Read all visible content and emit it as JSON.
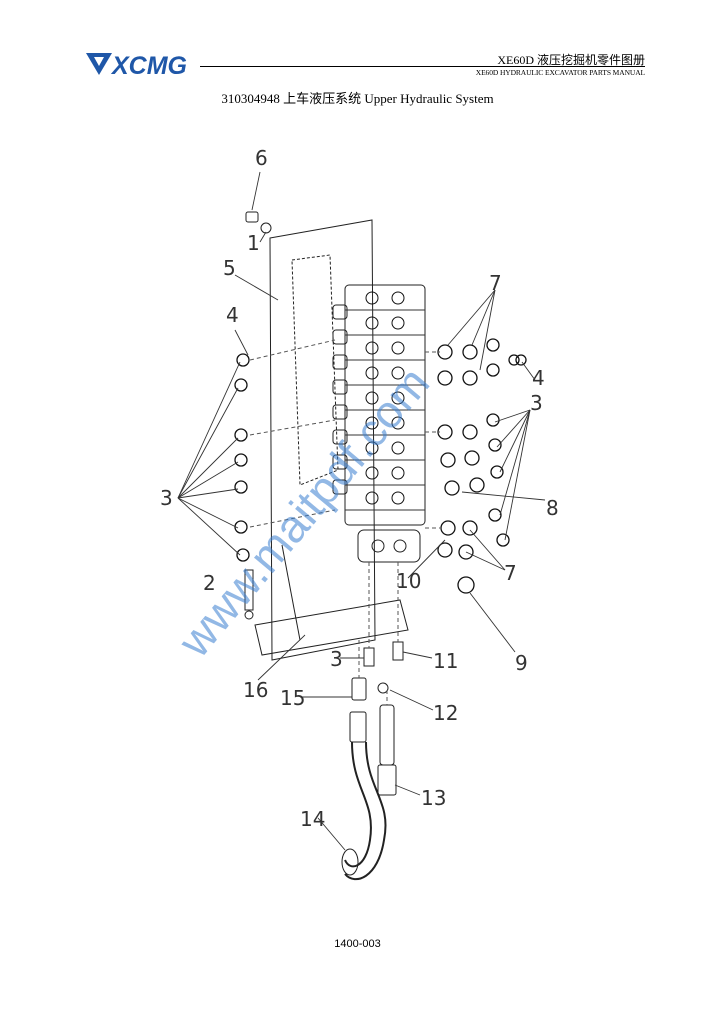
{
  "header": {
    "logo_text": "XCMG",
    "title_cn": "XE60D 液压挖掘机零件图册",
    "title_en": "XE60D HYDRAULIC EXCAVATOR PARTS MANUAL"
  },
  "page_title": "310304948 上车液压系统 Upper Hydraulic System",
  "callouts": [
    "6",
    "1",
    "5",
    "4",
    "7",
    "4",
    "3",
    "3",
    "8",
    "2",
    "10",
    "7",
    "9",
    "3",
    "11",
    "16",
    "15",
    "12",
    "13",
    "14"
  ],
  "watermark": "www.maitpdf.com",
  "page_number": "1400-003",
  "colors": {
    "brand": "#1f57a8",
    "watermark": "#3a7fd0"
  }
}
